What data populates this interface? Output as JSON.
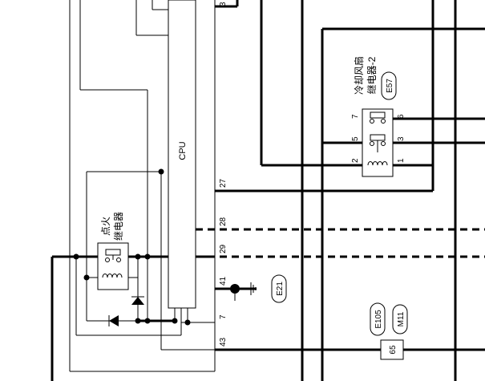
{
  "cpu": {
    "label": "CPU",
    "pins": [
      "3",
      "27",
      "28",
      "29",
      "41",
      "7",
      "43"
    ]
  },
  "ignition_relay": {
    "label_line1": "点火",
    "label_line2": "继电器"
  },
  "fan_relay": {
    "label_line1": "冷却风扇",
    "label_line2": "继电器-2",
    "connector": "E57",
    "pins": [
      "7",
      "6",
      "5",
      "3",
      "2",
      "1"
    ]
  },
  "ground": {
    "connector": "E21"
  },
  "joint": {
    "connectors": [
      "E105",
      "M11"
    ],
    "terminal": "65"
  },
  "colors": {
    "line": "#000000",
    "background": "#ffffff"
  }
}
